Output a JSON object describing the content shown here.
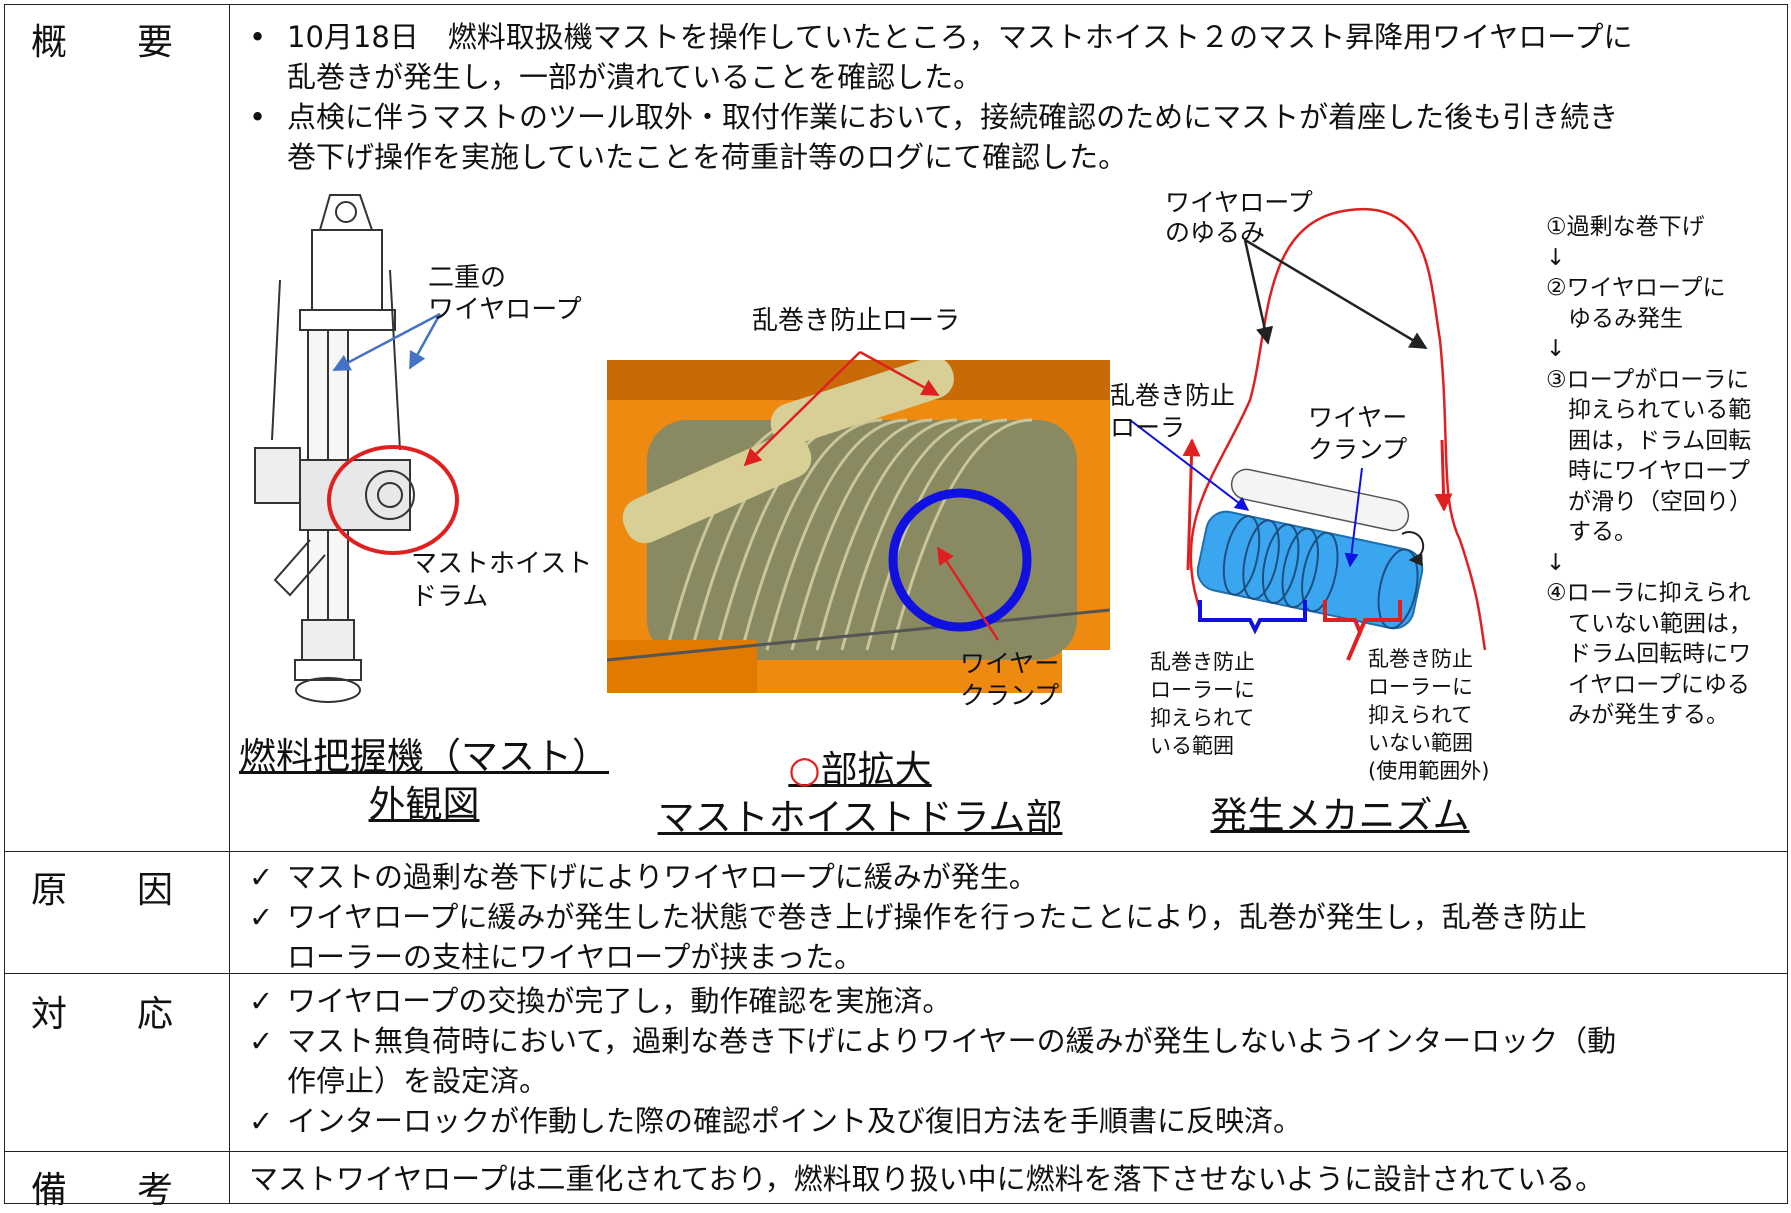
{
  "rows": {
    "overview": {
      "label": [
        "概",
        "要"
      ],
      "bullet": "•",
      "items": [
        {
          "line1": "10月18日　燃料取扱機マストを操作していたところ，マストホイスト２のマスト昇降用ワイヤロープに",
          "line2": "乱巻きが発生し，一部が潰れていることを確認した。"
        },
        {
          "line1": "点検に伴うマストのツール取外・取付作業において，接続確認のためにマストが着座した後も引き続き",
          "line2": "巻下げ操作を実施していたことを荷重計等のログにて確認した。"
        }
      ]
    },
    "cause": {
      "label": [
        "原",
        "因"
      ],
      "check": "✓",
      "items": [
        {
          "line1": "マストの過剰な巻下げによりワイヤロープに緩みが発生。",
          "line2": ""
        },
        {
          "line1": "ワイヤロープに緩みが発生した状態で巻き上げ操作を行ったことにより，乱巻が発生し，乱巻き防止",
          "line2": "ローラーの支柱にワイヤロープが挟まった。"
        }
      ]
    },
    "response": {
      "label": [
        "対",
        "応"
      ],
      "check": "✓",
      "items": [
        {
          "line1": "ワイヤロープの交換が完了し，動作確認を実施済。",
          "line2": ""
        },
        {
          "line1": "マスト無負荷時において，過剰な巻き下げによりワイヤーの緩みが発生しないようインターロック（動",
          "line2": "作停止）を設定済。"
        },
        {
          "line1": "インターロックが作動した際の確認ポイント及び復旧方法を手順書に反映済。",
          "line2": ""
        }
      ]
    },
    "remarks": {
      "label": [
        "備",
        "考"
      ],
      "text": "マストワイヤロープは二重化されており，燃料取り扱い中に燃料を落下させないように設計されている。"
    }
  },
  "figure1": {
    "callout_wire": [
      "二重の",
      "ワイヤロープ"
    ],
    "callout_drum": [
      "マストホイスト",
      "ドラム"
    ],
    "caption": [
      "燃料把握機（マスト）",
      "外観図"
    ]
  },
  "figure2": {
    "label_roller": "乱巻き防止ローラ",
    "label_clamp": [
      "ワイヤー",
      "クランプ"
    ],
    "caption_circle": "○",
    "caption_line1_suffix": "部拡大",
    "caption_line2": "マストホイストドラム部"
  },
  "figure3": {
    "label_slack": [
      "ワイヤロープ",
      "のゆるみ"
    ],
    "label_roller": [
      "乱巻き防止",
      "ローラ"
    ],
    "label_clamp": [
      "ワイヤー",
      "クランプ"
    ],
    "label_held": [
      "乱巻き防止",
      "ローラーに",
      "抑えられて",
      "いる範囲"
    ],
    "label_not_held": [
      "乱巻き防止",
      "ローラーに",
      "抑えられて",
      "いない範囲",
      "(使用範囲外)"
    ],
    "caption": "発生メカニズム"
  },
  "steps": {
    "arrow": "↓",
    "items": [
      [
        "①過剰な巻下げ"
      ],
      [
        "②ワイヤロープに",
        "ゆるみ発生"
      ],
      [
        "③ロープがローラに",
        "抑えられている範",
        "囲は，ドラム回転",
        "時にワイヤロープ",
        "が滑り（空回り）",
        "する。"
      ],
      [
        "④ローラに抑えられ",
        "ていない範囲は，",
        "ドラム回転時にワ",
        "イヤロープにゆる",
        "みが発生する。"
      ]
    ]
  },
  "colors": {
    "border": "#222222",
    "red": "#e02020",
    "blue": "#1010e0",
    "drum_blue": "#3aa6f0",
    "orange": "#ee8a10",
    "arrow_blue": "#4472c4"
  }
}
